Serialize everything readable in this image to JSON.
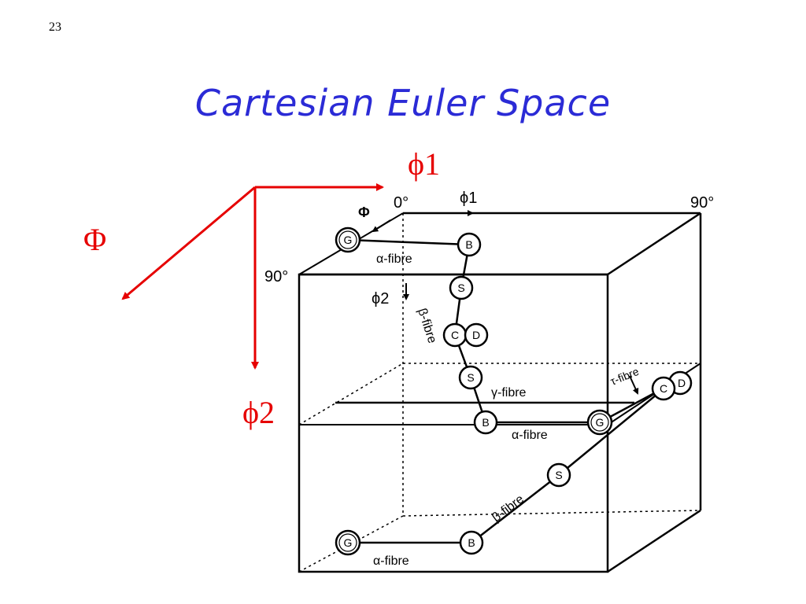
{
  "page": {
    "number": "23"
  },
  "title": "Cartesian Euler Space",
  "colors": {
    "title": "#2b2bd6",
    "axis_arrows": "#e60000",
    "lines": "#000000"
  },
  "axes": {
    "phi1": "ϕ1",
    "big_phi": "Φ",
    "phi2": "ϕ2"
  },
  "diagram": {
    "corner_labels": {
      "zero": "0°",
      "ninety_top_right": "90°",
      "ninety_left": "90°"
    },
    "axis_labels": {
      "big_phi": "Φ",
      "phi1": "ϕ1",
      "phi2": "ϕ2"
    },
    "fibres": {
      "alpha_top": "α-fibre",
      "beta_vertical": "β-fibre",
      "gamma": "γ-fibre",
      "alpha_middle": "α-fibre",
      "tau": "τ-fibre",
      "beta_bottom": "β-fibre",
      "alpha_bottom": "α-fibre"
    },
    "nodes": {
      "g_top": "G",
      "b_top": "B",
      "s_upper": "S",
      "c_middle": "C",
      "d_middle": "D",
      "s_lower": "S",
      "b_middle": "B",
      "g_middle": "G",
      "c_right": "C",
      "d_right": "D",
      "s_bottom": "S",
      "b_bottom": "B",
      "g_bottom": "G"
    }
  }
}
